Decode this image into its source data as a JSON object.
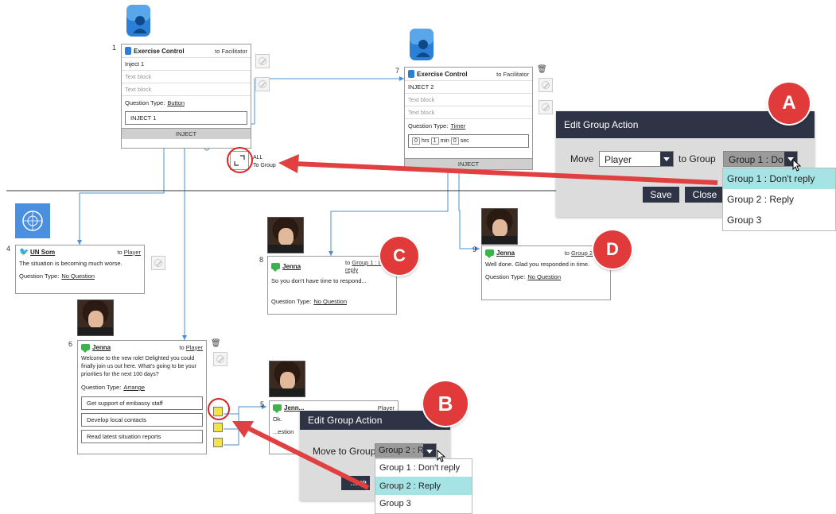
{
  "colors": {
    "accent": "#2e3445",
    "connector": "#4a90d6",
    "badge": "#e03a3a",
    "selected": "#a6e3e5",
    "arrow": "#e04040"
  },
  "node1": {
    "num": "1",
    "from": "Exercise Control",
    "to": "to  Facilitator",
    "title": "Inject 1",
    "text1": "Text block",
    "text2": "Text block",
    "qt_label": "Question Type:",
    "qt_value": "Button",
    "option": "INJECT 1",
    "bar": "INJECT"
  },
  "node7": {
    "num": "7",
    "from": "Exercise Control",
    "to": "to  Facilitator",
    "title": "INJECT 2",
    "text1": "Text block",
    "text2": "Text block",
    "qt_label": "Question Type:",
    "qt_value": "Timer",
    "hrs_val": "0",
    "hrs": "hrs",
    "min_val": "1",
    "min": "min",
    "sec_val": "0",
    "sec": "sec",
    "bar": "INJECT"
  },
  "node4": {
    "num": "4",
    "from": "UN Som",
    "to_prefix": "to",
    "to": "Player",
    "body": "The situation is becoming much worse.",
    "qt_label": "Question Type:",
    "qt_value": "No Question"
  },
  "node8": {
    "num": "8",
    "from": "Jenna",
    "to_prefix": "to",
    "to": "Group 1 : D... reply",
    "body": "So you don't have time to respond...",
    "qt_label": "Question Type:",
    "qt_value": "No Question"
  },
  "node9": {
    "num": "9",
    "from": "Jenna",
    "to_prefix": "to",
    "to": "Group 2 : R...",
    "body": "Well done. Glad you responded in time.",
    "qt_label": "Question Type:",
    "qt_value": "No Question"
  },
  "node6": {
    "num": "6",
    "from": "Jenna",
    "to_prefix": "to",
    "to": "Player",
    "body": "Welcome to the new role! Delighted you could finally join us out here. What's going to be your priorities for the next 100 days?",
    "qt_label": "Question Type:",
    "qt_value": "Arrange",
    "options": [
      "Get support of embassy staff",
      "Develop local contacts",
      "Read latest situation reports"
    ]
  },
  "node5": {
    "num": "5",
    "from": "Jenn...",
    "to": "Player",
    "body": "Ok.",
    "qt_label": "...estion"
  },
  "all_label": "ALL",
  "to_group_label": "To Group",
  "dialogA": {
    "title": "Edit Group Action",
    "move": "Move",
    "move_value": "Player",
    "to_group": "to Group",
    "group_value": "Group 1 : Do",
    "options": [
      "Group 1 : Don't reply",
      "Group 2 : Reply",
      "Group 3"
    ],
    "save": "Save",
    "close": "Close"
  },
  "dialogB": {
    "title": "Edit Group Action",
    "move_to_group": "Move  to Group",
    "group_value": "Group 2 : Re",
    "options": [
      "Group 1 : Don't reply",
      "Group 2 : Reply",
      "Group 3"
    ],
    "save": "...ve"
  },
  "badges": {
    "a": "A",
    "b": "B",
    "c": "C",
    "d": "D"
  }
}
